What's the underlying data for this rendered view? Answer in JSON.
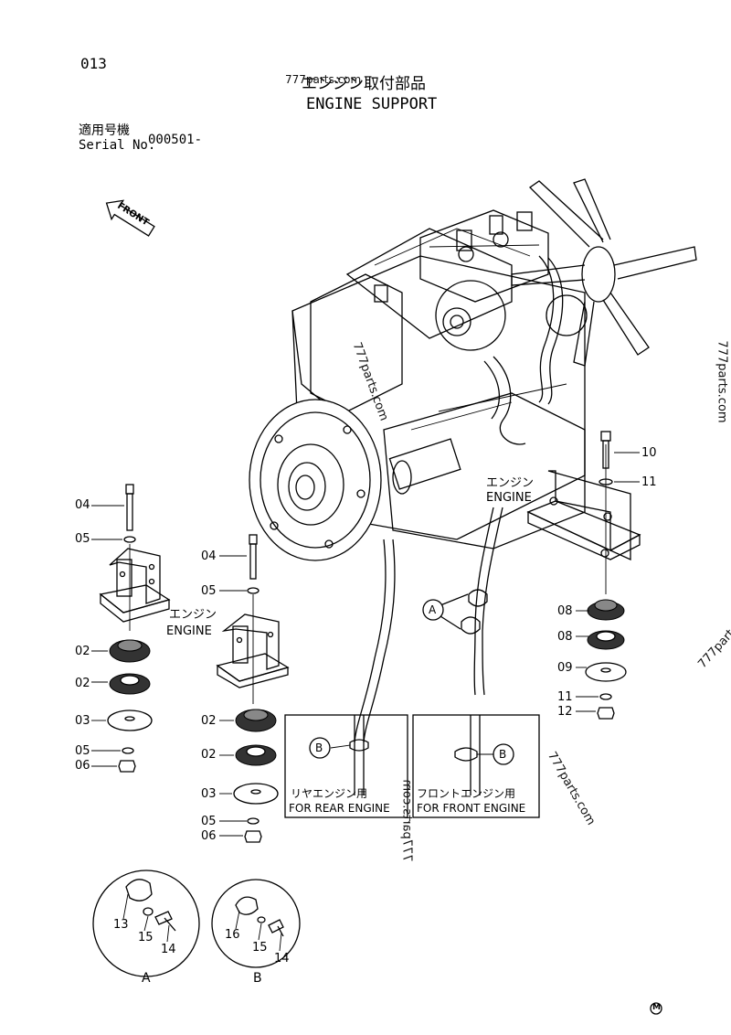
{
  "page_number": "013",
  "title_jp": "エンジン取付部品",
  "title_en": "ENGINE SUPPORT",
  "serial_label_jp": "適用号機",
  "serial_label_en": "Serial No.",
  "serial_value": "000501-",
  "watermark": "777parts.com",
  "front_label": "FRONT",
  "engine_jp": "エンジン",
  "engine_en": "ENGINE",
  "callout_a": "A",
  "callout_b": "B",
  "rear_engine_jp": "リヤエンジン用",
  "rear_engine_en": "FOR REAR ENGINE",
  "front_engine_jp": "フロントエンジン用",
  "front_engine_en": "FOR FRONT ENGINE",
  "detail_a_label": "A",
  "detail_b_label": "B",
  "mark": "M",
  "labels": {
    "l1_04": "04",
    "l1_05": "05",
    "l1_02": "02",
    "l1_02b": "02",
    "l1_03": "03",
    "l1_05b": "05",
    "l1_06": "06",
    "l2_04": "04",
    "l2_05": "05",
    "l2_02": "02",
    "l2_02b": "02",
    "l2_03": "03",
    "l2_05b": "05",
    "l2_06": "06",
    "r_10": "10",
    "r_11": "11",
    "r_08": "08",
    "r_08b": "08",
    "r_09": "09",
    "r_11b": "11",
    "r_12": "12",
    "a_13": "13",
    "a_15": "15",
    "a_14": "14",
    "b_16": "16",
    "b_15": "15",
    "b_14": "14"
  }
}
